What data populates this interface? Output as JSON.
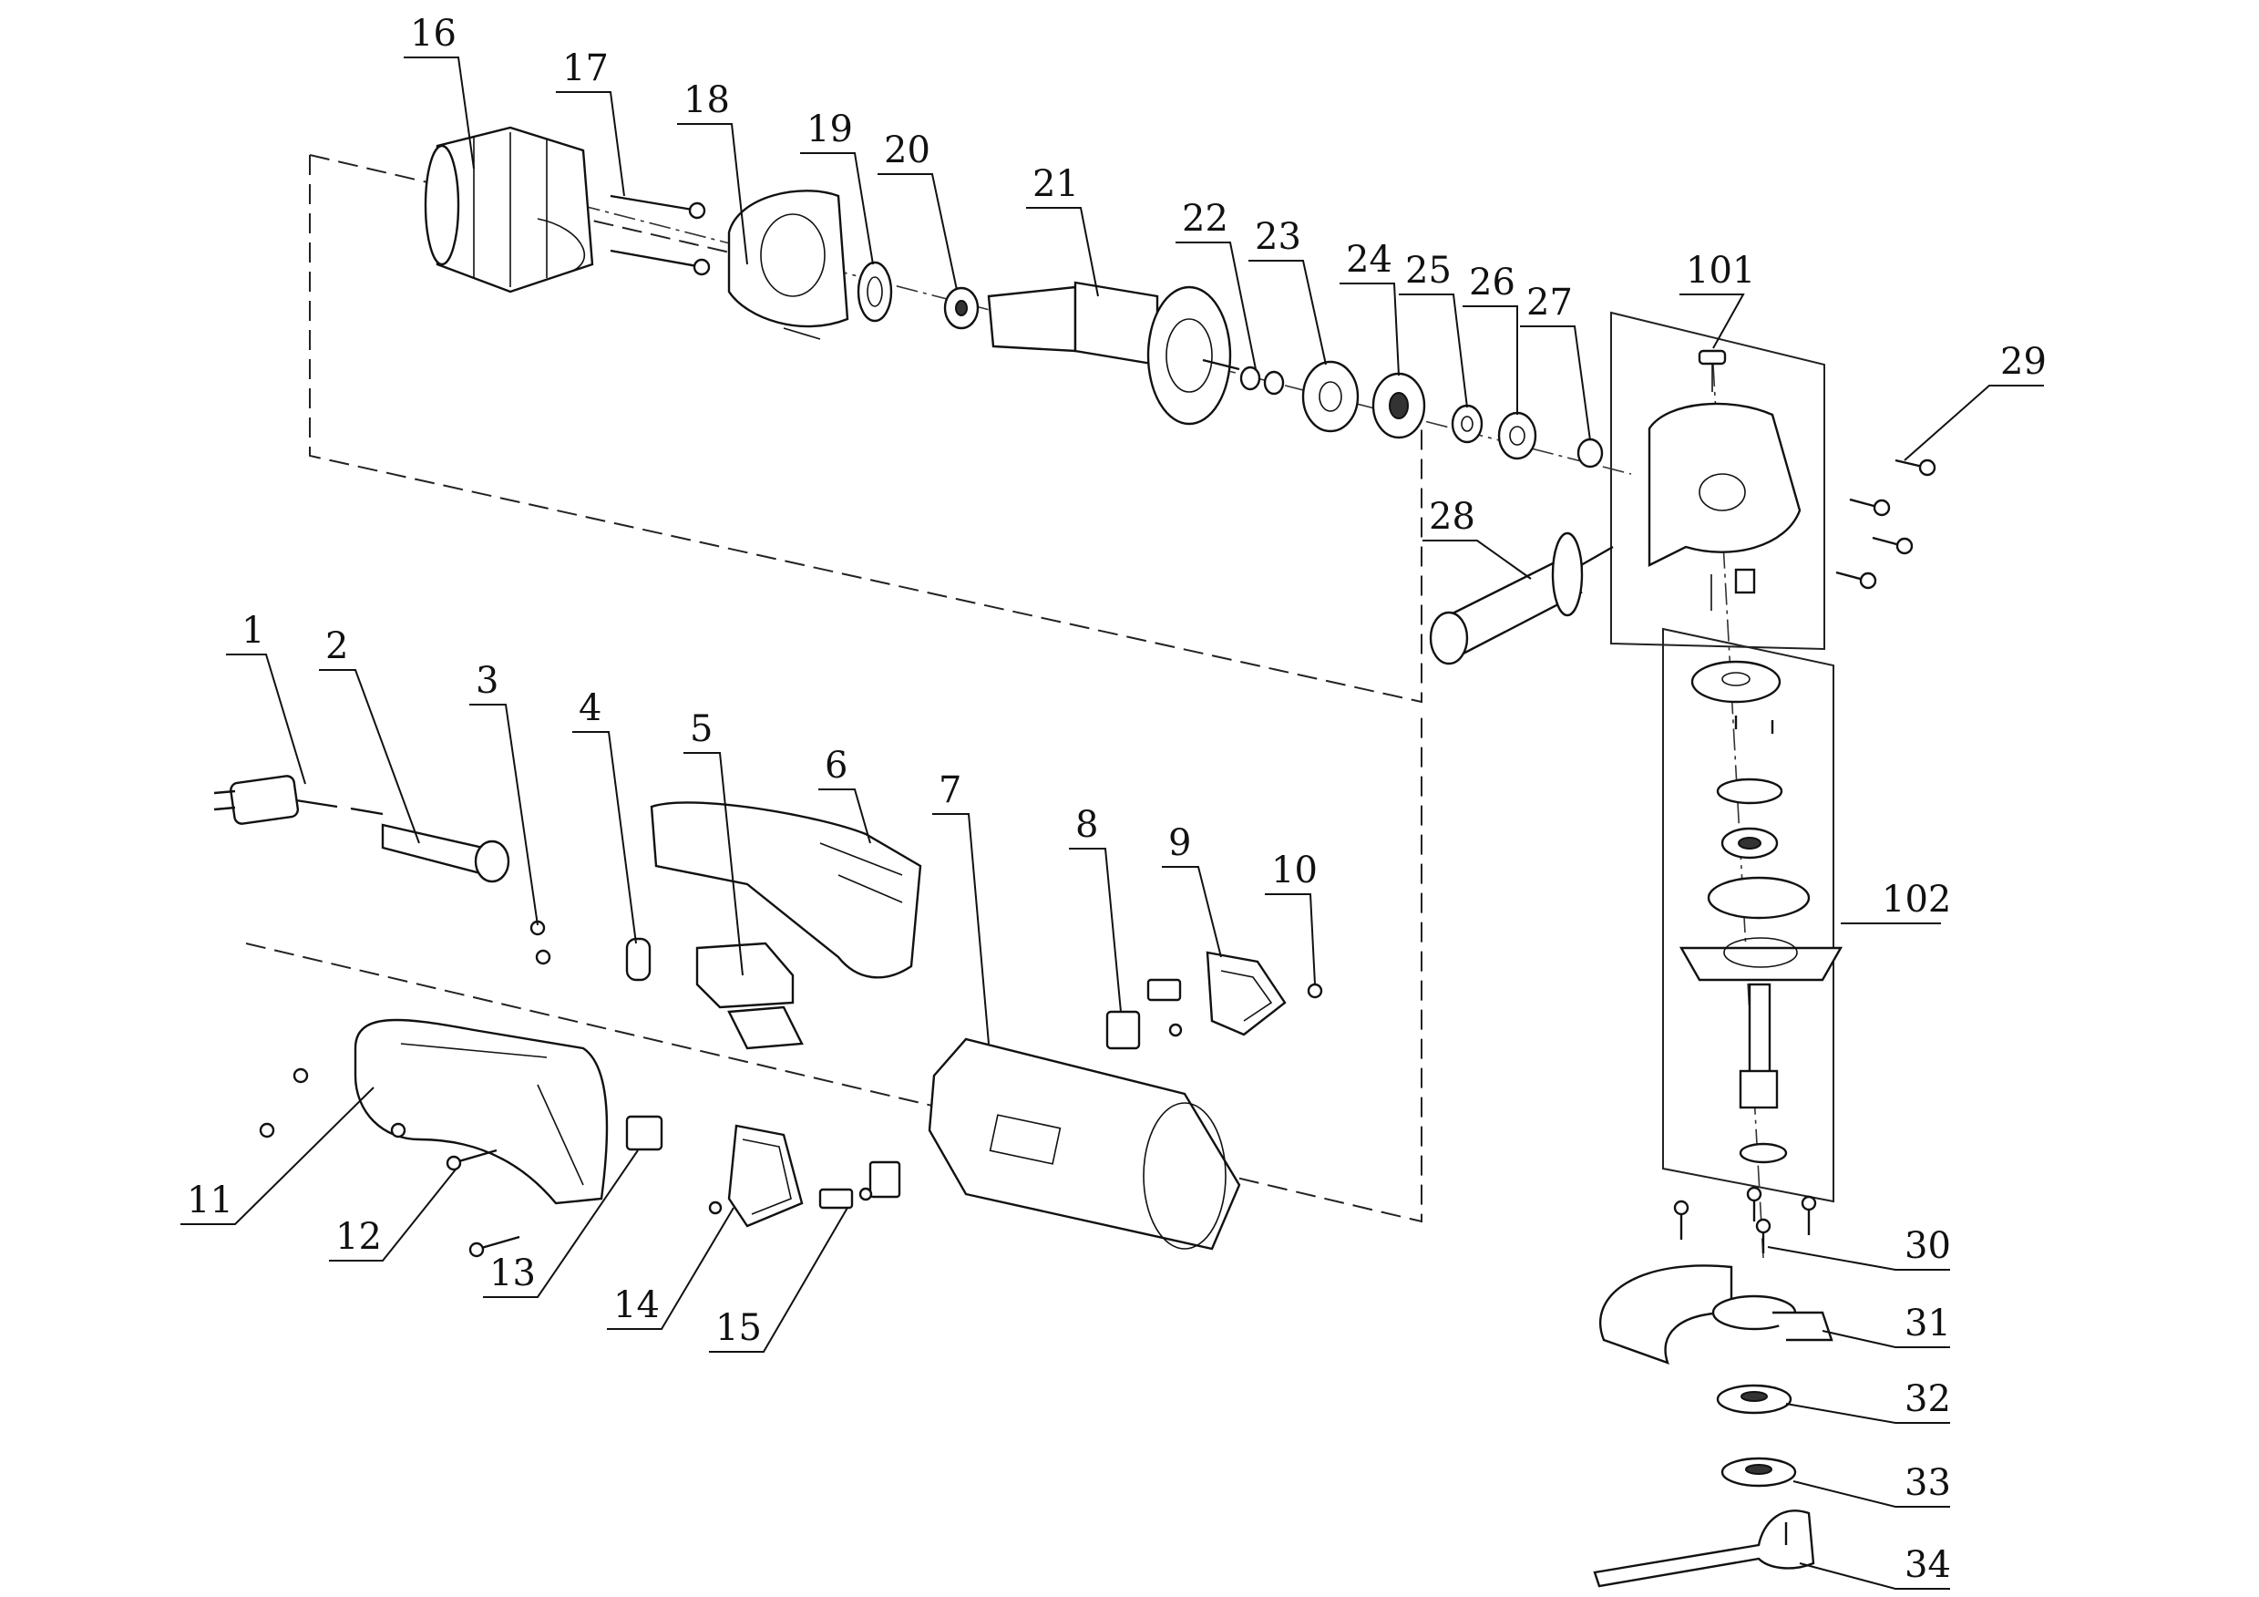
{
  "diagram": {
    "callouts": [
      {
        "id": "1",
        "label": "1"
      },
      {
        "id": "2",
        "label": "2"
      },
      {
        "id": "3",
        "label": "3"
      },
      {
        "id": "4",
        "label": "4"
      },
      {
        "id": "5",
        "label": "5"
      },
      {
        "id": "6",
        "label": "6"
      },
      {
        "id": "7",
        "label": "7"
      },
      {
        "id": "8",
        "label": "8"
      },
      {
        "id": "9",
        "label": "9"
      },
      {
        "id": "10",
        "label": "10"
      },
      {
        "id": "11",
        "label": "11"
      },
      {
        "id": "12",
        "label": "12"
      },
      {
        "id": "13",
        "label": "13"
      },
      {
        "id": "14",
        "label": "14"
      },
      {
        "id": "15",
        "label": "15"
      },
      {
        "id": "16",
        "label": "16"
      },
      {
        "id": "17",
        "label": "17"
      },
      {
        "id": "18",
        "label": "18"
      },
      {
        "id": "19",
        "label": "19"
      },
      {
        "id": "20",
        "label": "20"
      },
      {
        "id": "21",
        "label": "21"
      },
      {
        "id": "22",
        "label": "22"
      },
      {
        "id": "23",
        "label": "23"
      },
      {
        "id": "24",
        "label": "24"
      },
      {
        "id": "25",
        "label": "25"
      },
      {
        "id": "26",
        "label": "26"
      },
      {
        "id": "27",
        "label": "27"
      },
      {
        "id": "28",
        "label": "28"
      },
      {
        "id": "29",
        "label": "29"
      },
      {
        "id": "30",
        "label": "30"
      },
      {
        "id": "31",
        "label": "31"
      },
      {
        "id": "32",
        "label": "32"
      },
      {
        "id": "33",
        "label": "33"
      },
      {
        "id": "34",
        "label": "34"
      },
      {
        "id": "101",
        "label": "101"
      },
      {
        "id": "102",
        "label": "102"
      }
    ]
  }
}
